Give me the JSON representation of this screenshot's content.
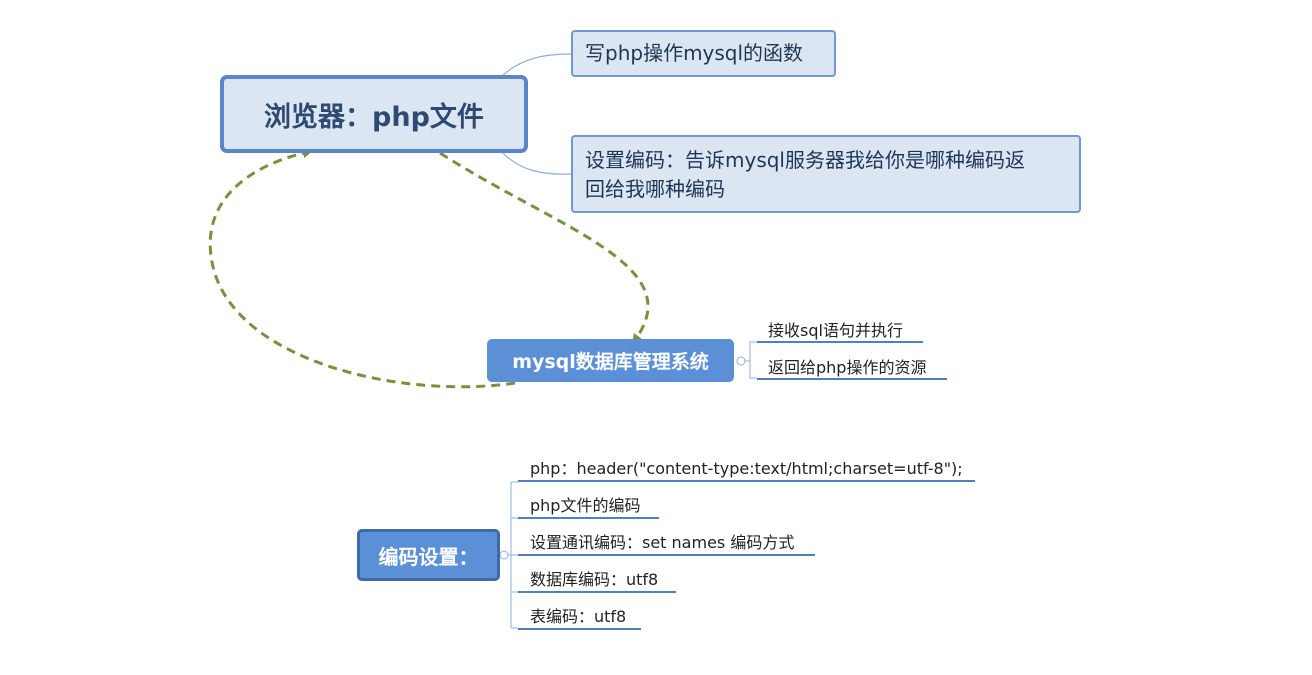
{
  "root": {
    "label": "浏览器：php文件"
  },
  "root_topics": [
    {
      "label": "写php操作mysql的函数"
    },
    {
      "label_line1": "设置编码：告诉mysql服务器我给你是哪种编码返",
      "label_line2": "回给我哪种编码"
    }
  ],
  "mysql": {
    "label": "mysql数据库管理系统",
    "children": [
      {
        "label": "接收sql语句并执行"
      },
      {
        "label": "返回给php操作的资源"
      }
    ]
  },
  "encoding": {
    "label": "编码设置：",
    "children": [
      {
        "label": "php：header(\"content-type:text/html;charset=utf-8\");"
      },
      {
        "label": "php文件的编码"
      },
      {
        "label": "设置通讯编码：set names 编码方式"
      },
      {
        "label": "数据库编码：utf8"
      },
      {
        "label": "表编码：utf8"
      }
    ]
  },
  "colors": {
    "arrow": "#76923c",
    "underline": "#4f81bd",
    "connector": "#8fb0dc"
  }
}
